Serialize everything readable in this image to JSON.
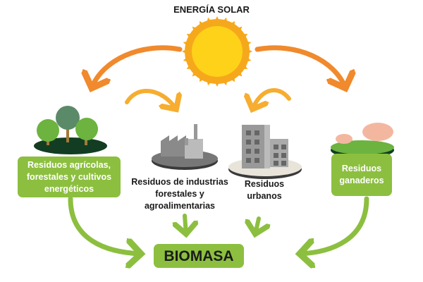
{
  "title": "ENERGÍA SOLAR",
  "sources": {
    "agricultural": [
      "Residuos agrícolas,",
      "forestales y cultivos",
      "energéticos"
    ],
    "industrial": [
      "Residuos de industrias",
      "forestales y",
      "agroalimentarias"
    ],
    "urban": [
      "Residuos",
      "urbanos"
    ],
    "livestock": [
      "Residuos",
      "ganaderos"
    ]
  },
  "result": "BIOMASA",
  "colors": {
    "green": "#8cbf3f",
    "orange": "#f08a2c",
    "light_orange": "#f6ad30",
    "sun": "#ffd21a"
  }
}
